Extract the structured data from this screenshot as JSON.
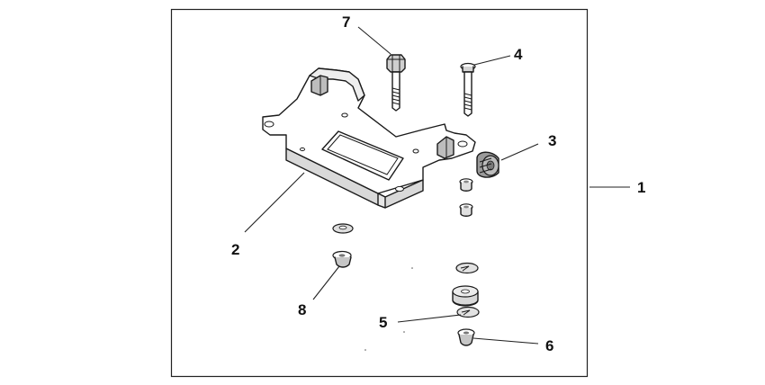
{
  "callouts": {
    "kit": "1",
    "bracket": "2",
    "rubber_mount": "3",
    "short_bolt": "4",
    "clip_washer": "5",
    "nut_lower_right": "6",
    "long_bolt": "7",
    "nut_left": "8"
  }
}
